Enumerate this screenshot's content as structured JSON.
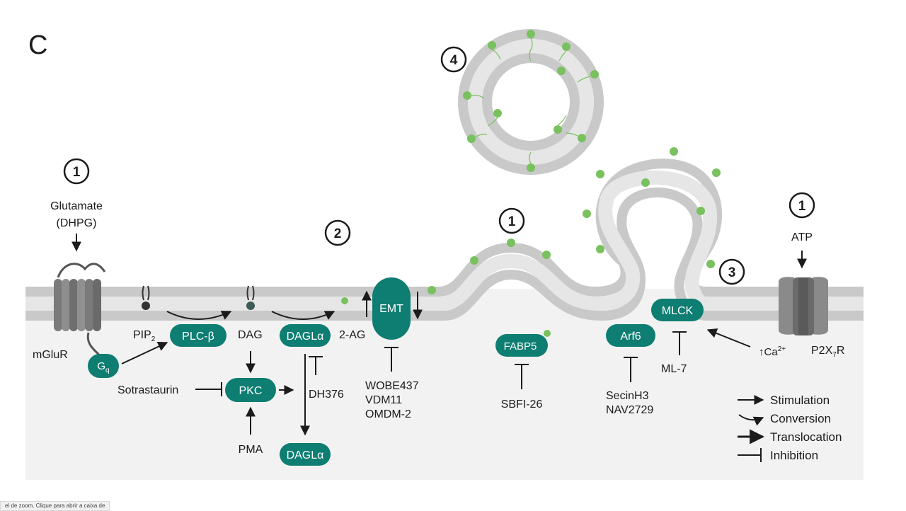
{
  "panel_label": "C",
  "steps": {
    "one": "1",
    "two": "2",
    "three": "3",
    "four": "4"
  },
  "labels": {
    "glutamate": "Glutamate",
    "dhpg": "(DHPG)",
    "mglur": "mGluR",
    "pip2_main": "PIP",
    "pip2_sub": "2",
    "dag": "DAG",
    "two_ag": "2-AG",
    "atp": "ATP",
    "ca_prefix": "↑Ca",
    "ca_sup": "2+",
    "p2x7r_a": "P2X",
    "p2x7r_sub": "7",
    "p2x7r_b": "R",
    "sotrastaurin": "Sotrastaurin",
    "pma": "PMA",
    "dh376": "DH376",
    "wobe437": "WOBE437",
    "vdm11": "VDM11",
    "omdm2": "OMDM-2",
    "sbfi26": "SBFI-26",
    "secinh3": "SecinH3",
    "nav2729": "NAV2729",
    "ml7": "ML-7"
  },
  "proteins": {
    "gq_main": "G",
    "gq_sub": "q",
    "plcb": "PLC-β",
    "pkc": "PKC",
    "dagla": "DAGLα",
    "dagla_lower": "DAGLα",
    "emt": "EMT",
    "fabp5": "FABP5",
    "arf6": "Arf6",
    "mlck": "MLCK"
  },
  "legend": {
    "stimulation": "Stimulation",
    "conversion": "Conversion",
    "translocation": "Translocation",
    "inhibition": "Inhibition"
  },
  "status_text": "el de zoom. Clique para abrir a caixa de",
  "colors": {
    "teal": "#0e7d72",
    "green_lipid": "#79c15e",
    "membrane": "#c9c9c9",
    "cytoplasm": "#f2f2f2"
  }
}
